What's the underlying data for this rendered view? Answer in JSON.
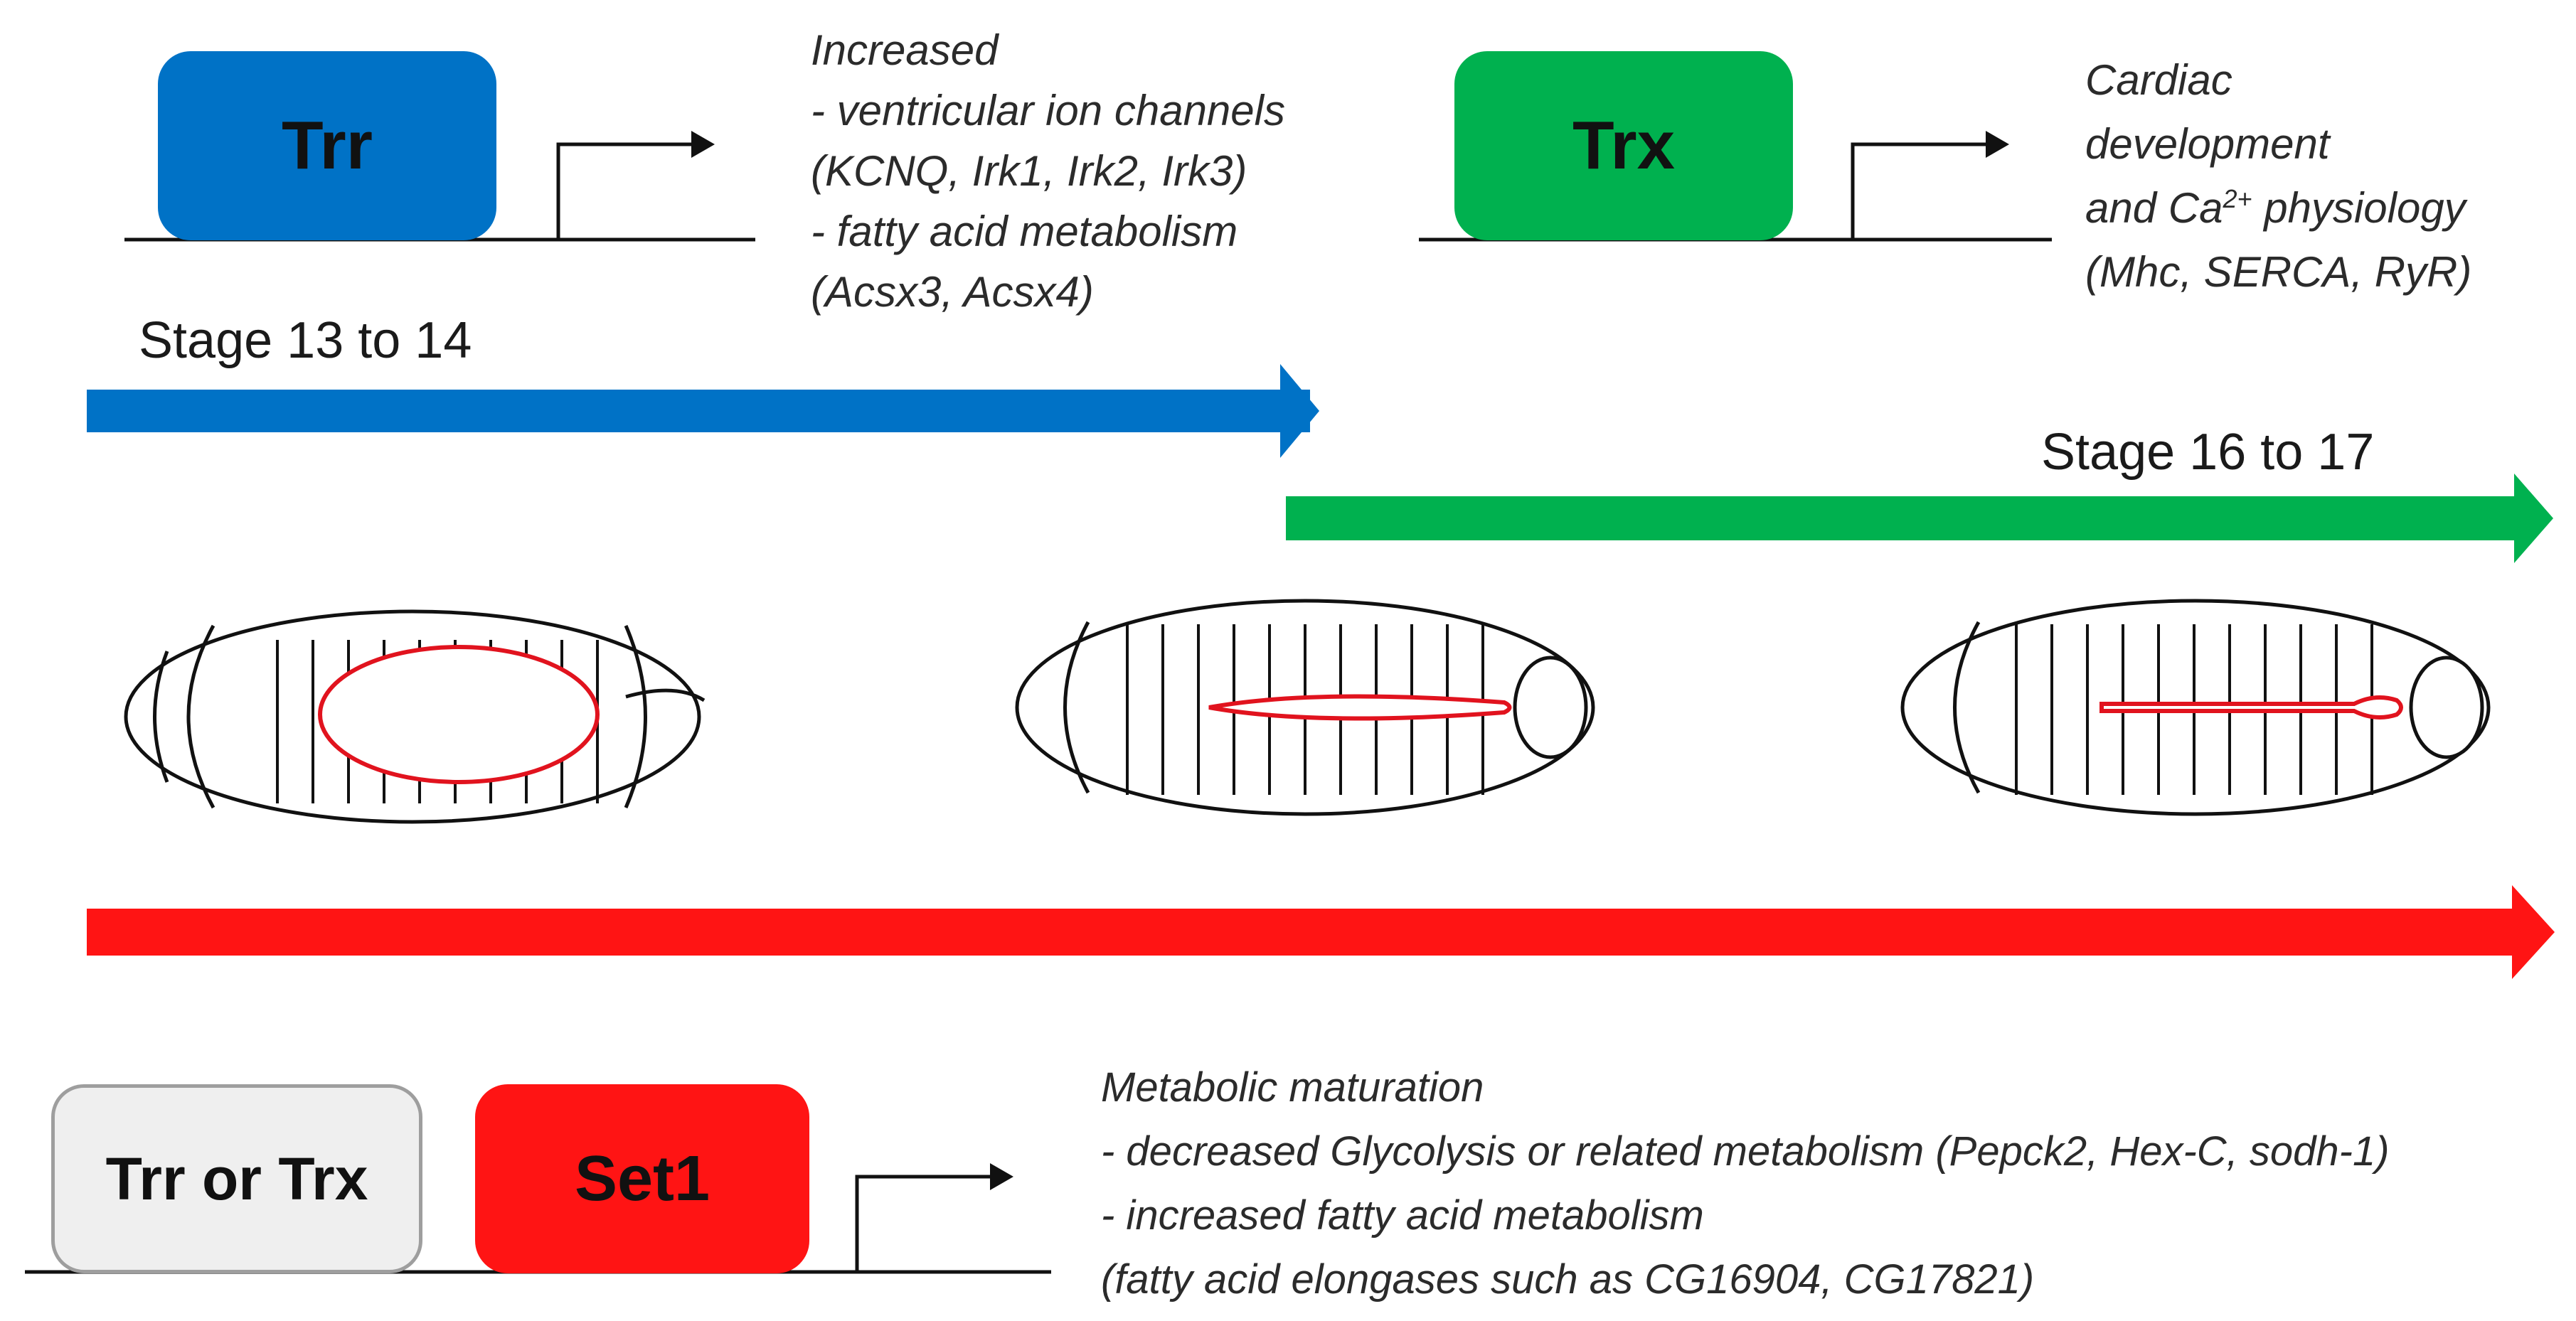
{
  "colors": {
    "trr_blue": "#0072c6",
    "trx_green": "#00b14f",
    "set1_red": "#ff1414",
    "neutral_box": "#efefef",
    "neutral_border": "#9e9e9e",
    "heart_outline": "#e1131e",
    "ink": "#111111"
  },
  "genes": {
    "trr": "Trr",
    "trx": "Trx",
    "trr_or_trx": "Trr or Trx",
    "set1": "Set1"
  },
  "stages": {
    "early": "Stage 13 to 14",
    "late": "Stage 16 to 17"
  },
  "notes": {
    "trr": {
      "line1": "Increased",
      "line2": "- ventricular ion channels",
      "line3": "(KCNQ, Irk1, Irk2, Irk3)",
      "line4": "- fatty acid metabolism",
      "line5": "(Acsx3, Acsx4)"
    },
    "trx": {
      "line1": "Cardiac",
      "line2": "development",
      "line3_pre": "and Ca",
      "line3_sup": "2+",
      "line3_post": " physiology",
      "line4": "(Mhc, SERCA, RyR)"
    },
    "set1": {
      "line1": "Metabolic maturation",
      "line2": "- decreased Glycolysis or related metabolism (Pepck2, Hex-C, sodh-1)",
      "line3": "- increased fatty acid metabolism",
      "line4": "(fatty acid elongases such as CG16904, CG17821)"
    }
  },
  "embryos": [
    {
      "name": "embryo-early",
      "heart": "wide-oval"
    },
    {
      "name": "embryo-middle",
      "heart": "narrow-tube"
    },
    {
      "name": "embryo-late",
      "heart": "closed-tube"
    }
  ],
  "icons": [
    "promoter-arrow-icon",
    "timeline-arrow-icon",
    "embryo-icon"
  ]
}
